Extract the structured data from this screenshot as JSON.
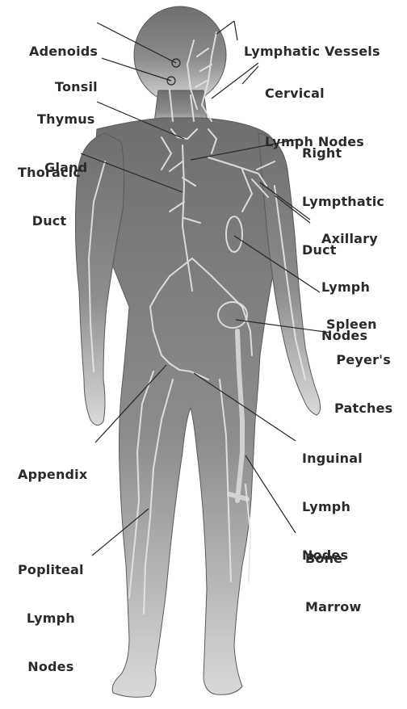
{
  "palette": {
    "body_light": "#b8b8b8",
    "body_dark": "#6f6f6f",
    "vessel": "#e6e6e6",
    "leader": "#262626",
    "text": "#2a2a2a"
  },
  "labels": {
    "adenoids": [
      "Adenoids"
    ],
    "lymphatic_vessels": [
      "Lymphatic Vessels"
    ],
    "tonsil": [
      "Tonsil"
    ],
    "cervical_lymph_nodes": [
      "Cervical",
      "Lymph Nodes"
    ],
    "thymus_gland": [
      "Thymus",
      "Gland"
    ],
    "right_lymphatic_duct": [
      "Right",
      "Lympthatic",
      "Duct"
    ],
    "thoracic_duct": [
      "Thoracic",
      "Duct"
    ],
    "axillary_lymph_nodes": [
      "Axillary",
      "Lymph",
      "Nodes"
    ],
    "spleen": [
      "Spleen"
    ],
    "peyers_patches": [
      "Peyer's",
      "Patches"
    ],
    "appendix": [
      "Appendix"
    ],
    "inguinal_lymph_nodes": [
      "Inguinal",
      "Lymph",
      "Nodes"
    ],
    "popliteal_lymph_nodes": [
      "Popliteal",
      "Lymph",
      "Nodes"
    ],
    "bone_marrow": [
      "Bone",
      "Marrow"
    ]
  }
}
